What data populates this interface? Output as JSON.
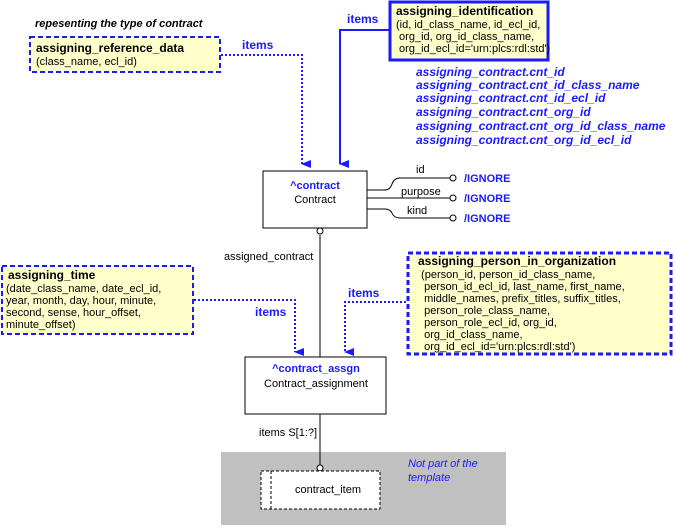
{
  "annotations": {
    "ref_data_note": "repesenting the type of contract",
    "not_part_note_line1": "Not part of the",
    "not_part_note_line2": "template"
  },
  "template_refs": {
    "assigning_reference_data": {
      "title": "assigning_reference_data",
      "params": [
        "(class_name, ecl_id)"
      ],
      "link_label": "items"
    },
    "assigning_identification": {
      "title": "assigning_identification",
      "params": [
        "(id, id_class_name, id_ecl_id,",
        " org_id, org_id_class_name,",
        " org_id_ecl_id='urn:plcs:rdl:std')"
      ],
      "link_label": "items"
    },
    "assigning_time": {
      "title": "assigning_time",
      "params": [
        "(date_class_name, date_ecl_id,",
        "year, month, day, hour, minute,",
        "second, sense, hour_offset,",
        "minute_offset)"
      ],
      "link_label": "items"
    },
    "assigning_person_in_organization": {
      "title": "assigning_person_in_organization",
      "params": [
        " (person_id, person_id_class_name,",
        "  person_id_ecl_id, last_name, first_name,",
        "  middle_names, prefix_titles, suffix_titles,",
        "  person_role_class_name,",
        "  person_role_ecl_id, org_id,",
        "  org_id_class_name,",
        "  org_id_ecl_id='urn:plcs:rdl:std')"
      ],
      "link_label": "items"
    }
  },
  "parameter_refs": [
    "assigning_contract.cnt_id",
    "assigning_contract.cnt_id_class_name",
    "assigning_contract.cnt_id_ecl_id",
    "assigning_contract.cnt_org_id",
    "assigning_contract.cnt_org_id_class_name",
    "assigning_contract.cnt_org_id_ecl_id"
  ],
  "entities": {
    "contract": {
      "ref": "^contract",
      "name": "Contract",
      "attributes": [
        {
          "name": "id",
          "value": "/IGNORE"
        },
        {
          "name": "purpose",
          "value": "/IGNORE"
        },
        {
          "name": "kind",
          "value": "/IGNORE"
        }
      ]
    },
    "contract_assignment": {
      "ref": "^contract_assgn",
      "name": "Contract_assignment"
    },
    "contract_item": {
      "name": "contract_item"
    }
  },
  "relations": {
    "assigned_contract": "assigned_contract",
    "items": "items S[1:?]"
  },
  "colors": {
    "blue": "#1a1aff",
    "note_fill": "#ffffcc",
    "grey_region": "#c0c0c0"
  }
}
